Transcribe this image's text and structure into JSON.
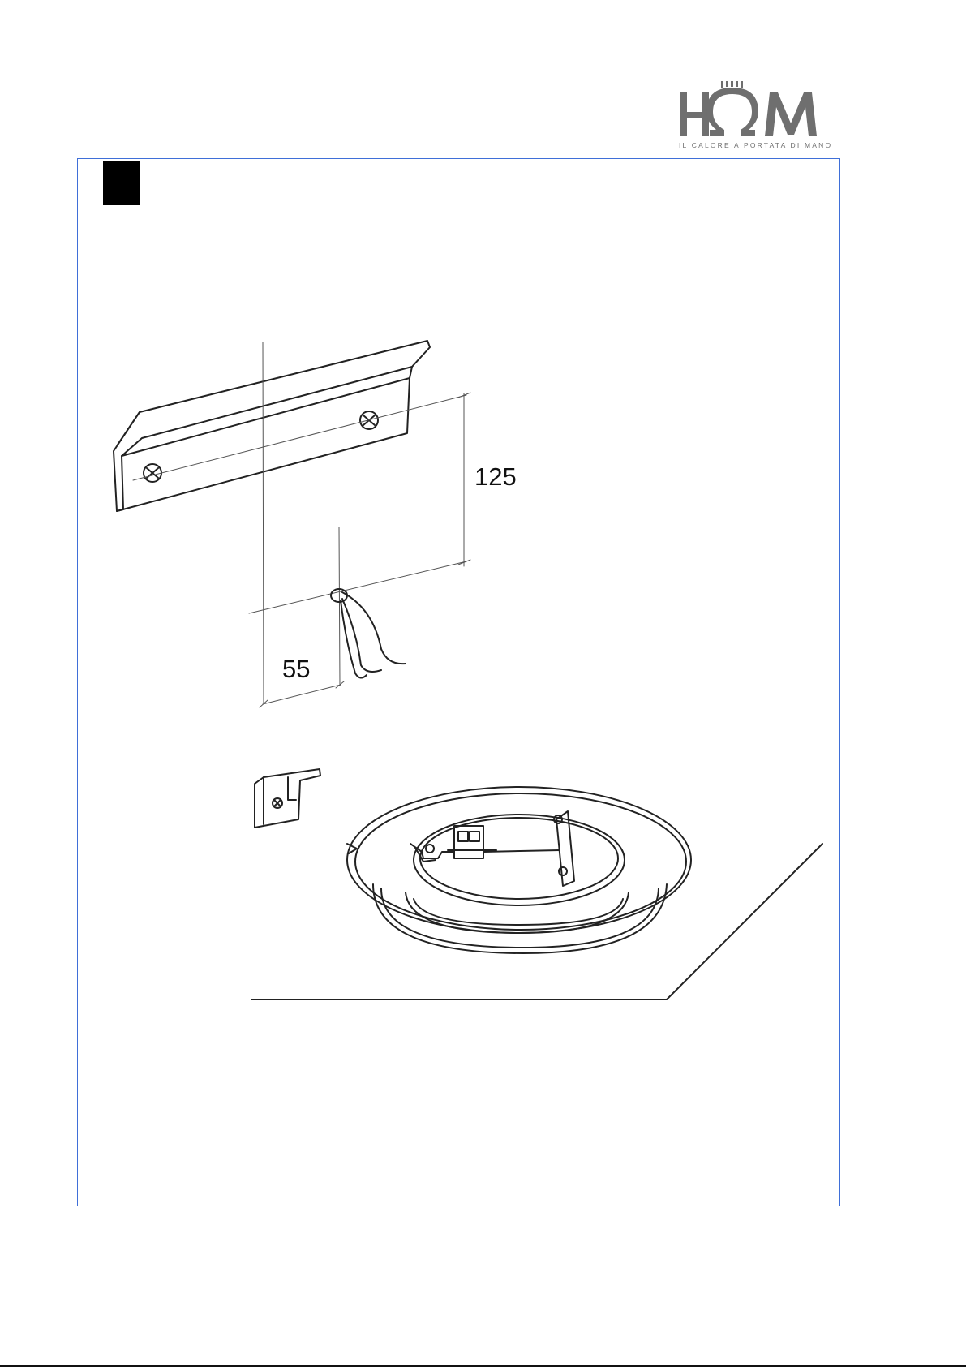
{
  "brand": {
    "logo_text": "HOM",
    "tagline": "IL CALORE A PORTATA DI MANO"
  },
  "step": {
    "marker": ""
  },
  "dimensions": {
    "vertical_spacing": "125",
    "horizontal_offset": "55"
  },
  "colors": {
    "frame": "#3f6fd8",
    "logo": "#707070",
    "line": "#222222"
  },
  "icons": {
    "screw": "screw-icon",
    "cable": "cable-icon"
  }
}
